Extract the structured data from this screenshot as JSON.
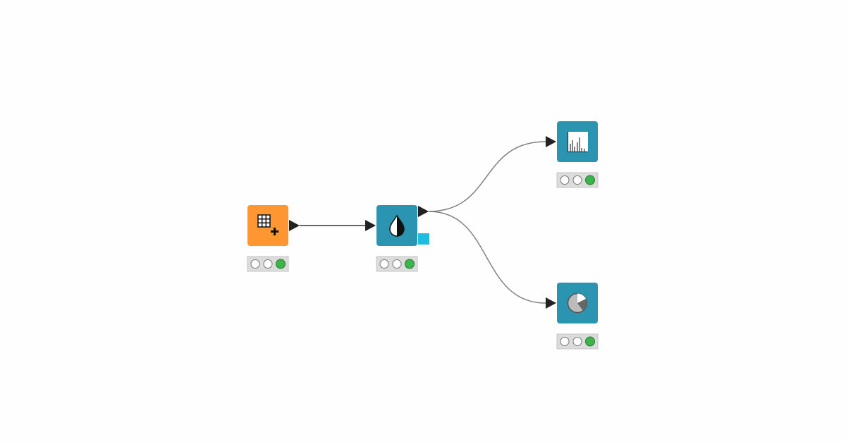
{
  "colors": {
    "source_node": "#ff9632",
    "manipulator_node": "#2a94b1",
    "edge": "#808080",
    "port": "#222222",
    "extra_port": "#1ebde0",
    "status_ok": "#3cb44b",
    "status_bar": "#dcdcdc"
  },
  "nodes": [
    {
      "id": "table-creator",
      "icon": "table-plus-icon",
      "status": [
        "idle",
        "idle",
        "executed"
      ]
    },
    {
      "id": "color-manager",
      "icon": "color-drop-icon",
      "status": [
        "idle",
        "idle",
        "executed"
      ]
    },
    {
      "id": "bar-chart",
      "icon": "bar-chart-icon",
      "status": [
        "idle",
        "idle",
        "executed"
      ]
    },
    {
      "id": "pie-chart",
      "icon": "pie-chart-icon",
      "status": [
        "idle",
        "idle",
        "executed"
      ]
    }
  ],
  "connections": [
    {
      "from": "table-creator",
      "to": "color-manager"
    },
    {
      "from": "color-manager",
      "to": "bar-chart"
    },
    {
      "from": "color-manager",
      "to": "pie-chart"
    }
  ]
}
